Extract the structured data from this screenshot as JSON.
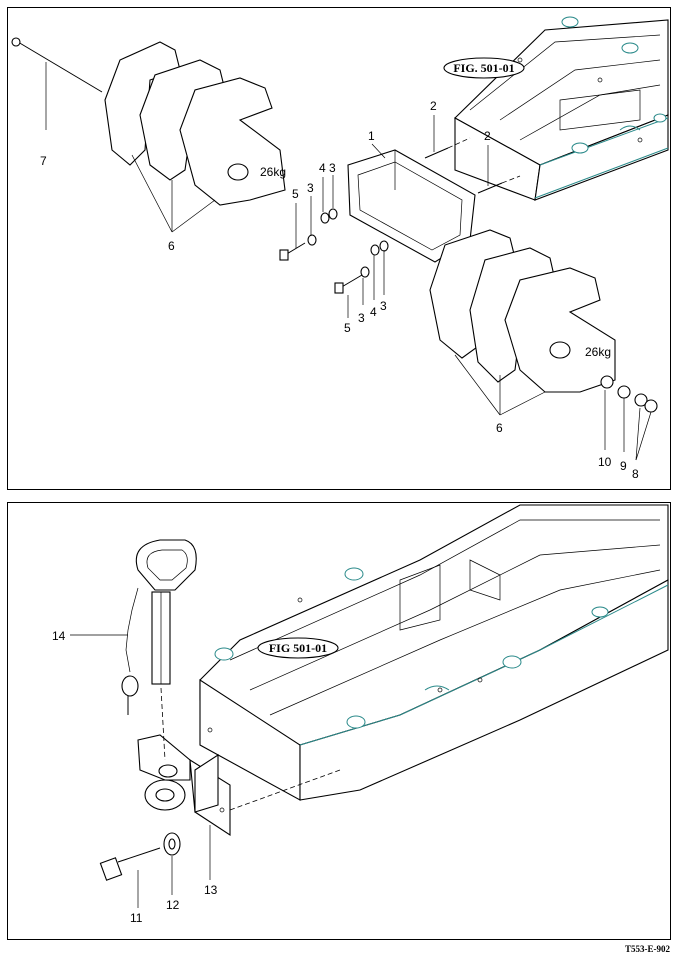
{
  "fig_label_top": "FIG. 501-01",
  "fig_label_bottom": "FIG 501-01",
  "reference_code": "T553-E-902",
  "callouts": {
    "c1": "1",
    "c2a": "2",
    "c2b": "2",
    "c3a": "3",
    "c3b": "3",
    "c3c": "3",
    "c3d": "3",
    "c4a": "4",
    "c4b": "4",
    "c5a": "5",
    "c5b": "5",
    "c6a": "6",
    "c6b": "6",
    "c7": "7",
    "c8": "8",
    "c9": "9",
    "c10": "10",
    "c11": "11",
    "c12": "12",
    "c13": "13",
    "c14": "14"
  },
  "weight_markings": [
    "26kg",
    "26kg"
  ]
}
